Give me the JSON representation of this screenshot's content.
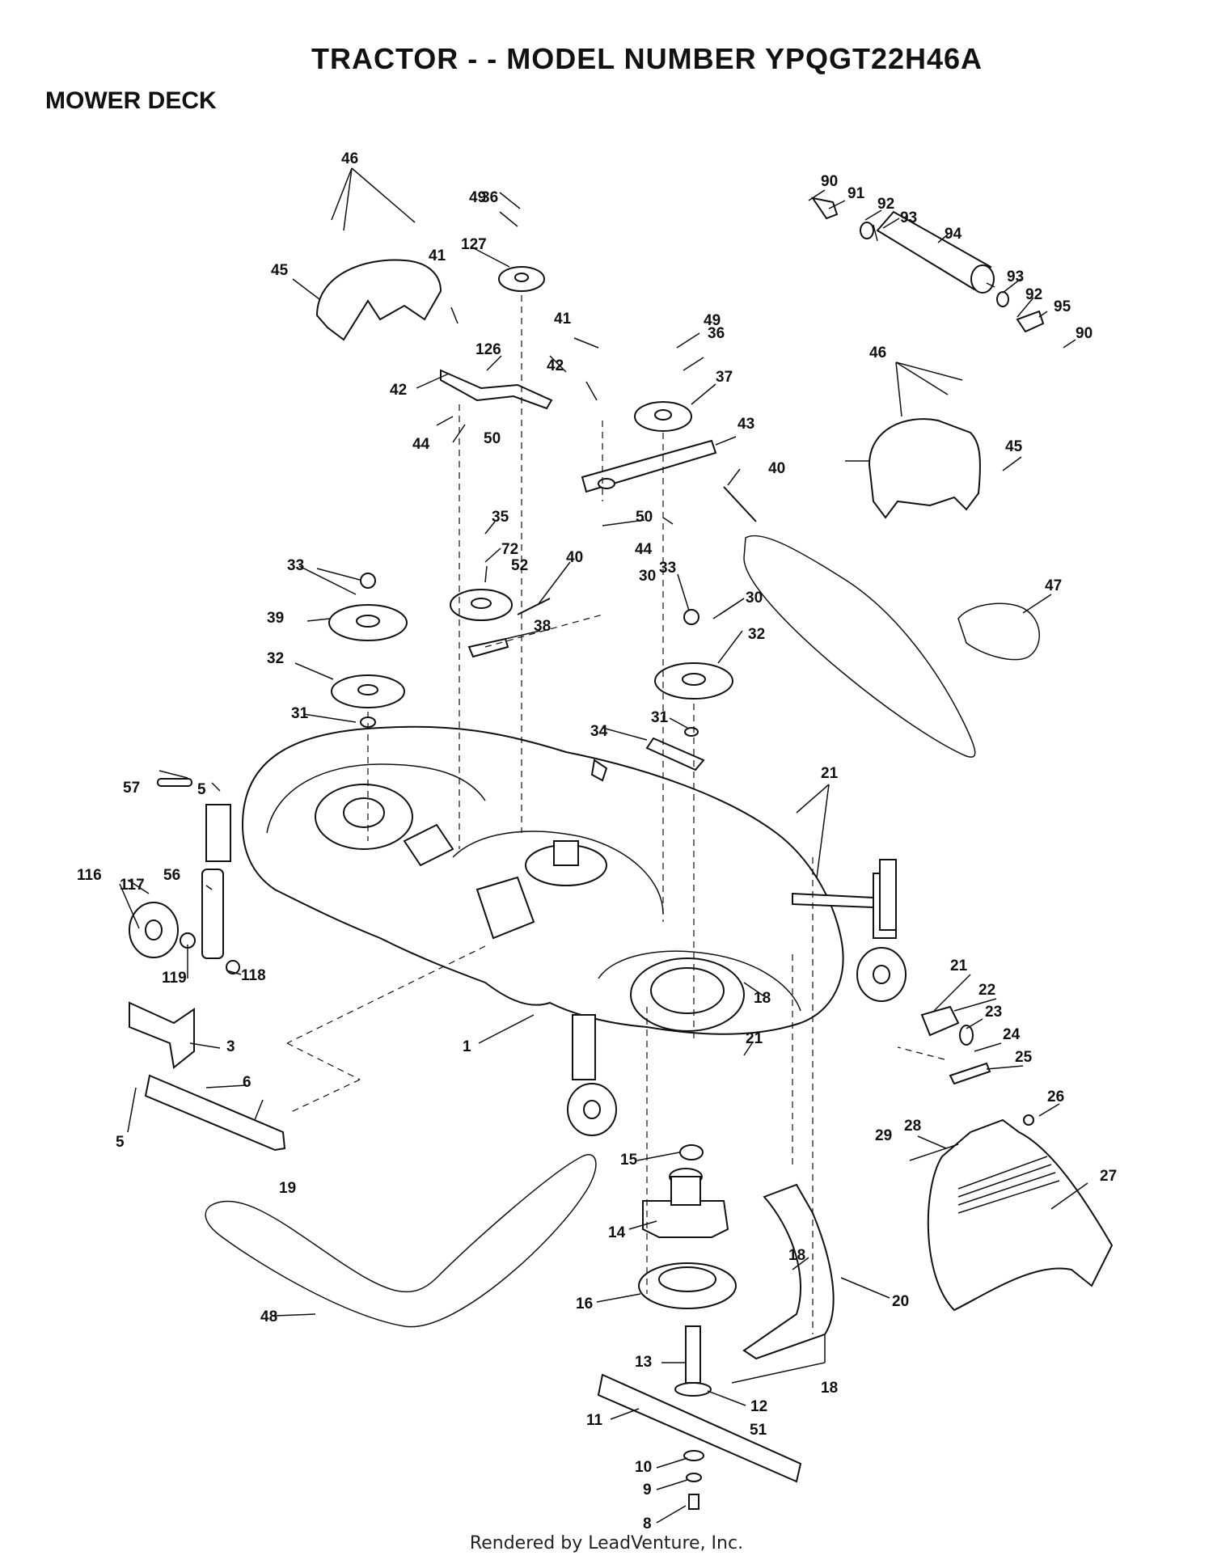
{
  "header": {
    "title": "TRACTOR - - MODEL NUMBER YPQGT22H46A",
    "section": "MOWER DECK"
  },
  "footer": "Rendered by LeadVenture, Inc.",
  "callouts": [
    "1",
    "3",
    "5",
    "5",
    "6",
    "8",
    "9",
    "10",
    "11",
    "12",
    "13",
    "14",
    "15",
    "16",
    "18",
    "18",
    "18",
    "19",
    "20",
    "21",
    "21",
    "21",
    "22",
    "23",
    "24",
    "25",
    "26",
    "27",
    "28",
    "29",
    "30",
    "30",
    "31",
    "31",
    "32",
    "32",
    "33",
    "33",
    "34",
    "35",
    "36",
    "36",
    "37",
    "38",
    "39",
    "40",
    "40",
    "41",
    "41",
    "42",
    "42",
    "43",
    "44",
    "44",
    "45",
    "45",
    "46",
    "46",
    "47",
    "48",
    "49",
    "49",
    "50",
    "50",
    "51",
    "52",
    "56",
    "57",
    "72",
    "90",
    "90",
    "91",
    "92",
    "92",
    "93",
    "93",
    "94",
    "95",
    "116",
    "117",
    "118",
    "119",
    "126",
    "127"
  ]
}
